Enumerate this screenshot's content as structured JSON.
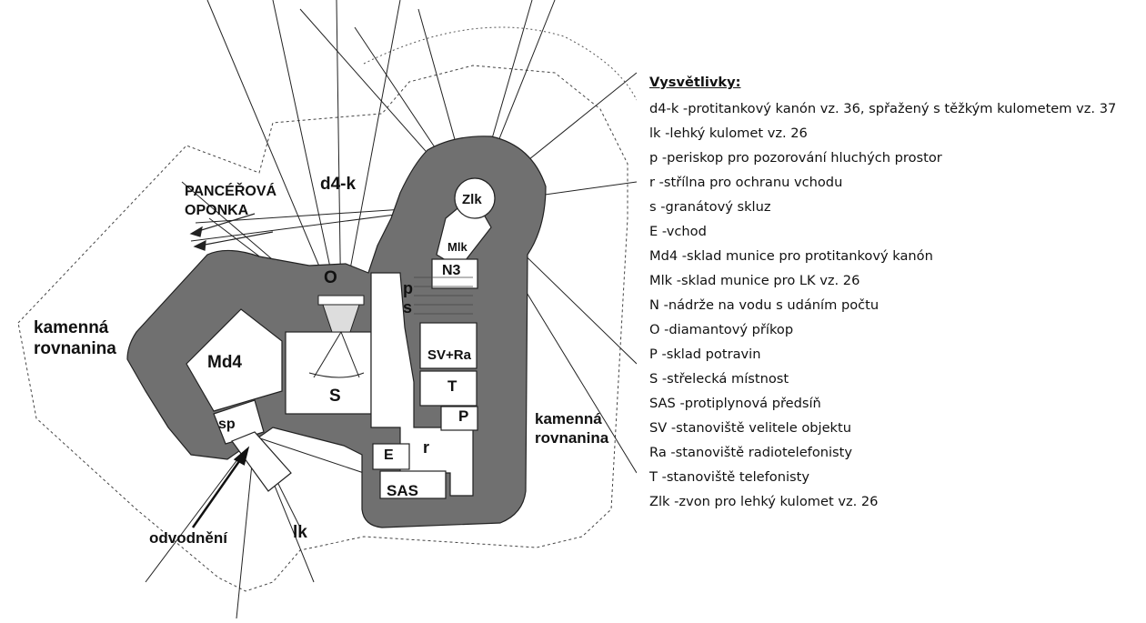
{
  "legend": {
    "title": "Vysvětlivky:",
    "items": [
      {
        "key": "d4-k",
        "text": "-protitankový kanón vz. 36, spřažený s těžkým kulometem vz. 37"
      },
      {
        "key": "lk",
        "text": "-lehký kulomet vz. 26"
      },
      {
        "key": "p",
        "text": "-periskop pro pozorování hluchých prostor"
      },
      {
        "key": "r",
        "text": "-střílna pro ochranu vchodu"
      },
      {
        "key": "s",
        "text": "-granátový skluz"
      },
      {
        "key": "E",
        "text": "-vchod"
      },
      {
        "key": "Md4",
        "text": "-sklad munice pro protitankový kanón"
      },
      {
        "key": "Mlk",
        "text": "-sklad munice pro LK vz. 26"
      },
      {
        "key": "N",
        "text": "-nádrže na vodu s udáním počtu"
      },
      {
        "key": "O",
        "text": "-diamantový příkop"
      },
      {
        "key": "P",
        "text": "-sklad potravin"
      },
      {
        "key": "S",
        "text": "-střelecká místnost"
      },
      {
        "key": "SAS",
        "text": "-protiplynová předsíň"
      },
      {
        "key": "SV",
        "text": "-stanoviště velitele objektu"
      },
      {
        "key": "Ra",
        "text": "-stanoviště radiotelefonisty"
      },
      {
        "key": "T",
        "text": "-stanoviště telefonisty"
      },
      {
        "key": "Zlk",
        "text": "-zvon pro lehký kulomet vz. 26"
      }
    ]
  },
  "plan": {
    "labels": {
      "armor_curtain_1": "PANCÉŘOVÁ",
      "armor_curtain_2": "OPONKA",
      "d4k": "d4-k",
      "zlk": "Zlk",
      "mlk": "Mlk",
      "n3": "N3",
      "o": "O",
      "p_small": "p",
      "s_small": "s",
      "stone_left_1": "kamenná",
      "stone_left_2": "rovnanina",
      "stone_right_1": "kamenná",
      "stone_right_2": "rovnanina",
      "md4": "Md4",
      "s_room": "S",
      "sv_ra": "SV+Ra",
      "t_room": "T",
      "p_room": "P",
      "sp": "sp",
      "e_room": "E",
      "r": "r",
      "sas": "SAS",
      "drainage": "odvodnění",
      "lk": "lk"
    },
    "colors": {
      "wall": "#707070",
      "line": "#222222",
      "room": "#ffffff"
    }
  }
}
